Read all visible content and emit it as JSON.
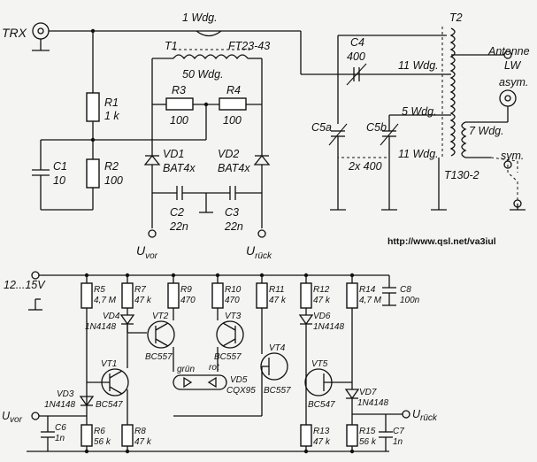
{
  "top": {
    "trx": "TRX",
    "wdg1": "1 Wdg.",
    "t1": "T1",
    "t1_core": "FT23-43",
    "wdg50": "50 Wdg.",
    "r1": "R1",
    "r1_val": "1 k",
    "r2": "R2",
    "r2_val": "100",
    "r3": "R3",
    "r3_val": "100",
    "r4": "R4",
    "r4_val": "100",
    "c1": "C1",
    "c1_val": "10",
    "vd1": "VD1",
    "vd1_val": "BAT4x",
    "vd2": "VD2",
    "vd2_val": "BAT4x",
    "c2": "C2",
    "c2_val": "22n",
    "c3": "C3",
    "c3_val": "22n",
    "uvor_u": "U",
    "uvor_sub": "vor",
    "uruck_u": "U",
    "uruck_sub": "rück",
    "c4": "C4",
    "c4_val": "400",
    "wdg11a": "11 Wdg.",
    "wdg5": "5 Wdg.",
    "wdg11b": "11 Wdg.",
    "wdg7": "7 Wdg.",
    "c5a": "C5a",
    "c5b": "C5b",
    "c5_val": "2x 400",
    "t2": "T2",
    "t2_core": "T130-2",
    "antenne": "Antenne",
    "lw": "LW",
    "asym": "asym.",
    "sym": "sym.",
    "url": "http://www.qsl.net/va3iul"
  },
  "bottom": {
    "supply": "12...15V",
    "r5": "R5",
    "r5_val": "4,7 M",
    "r7": "R7",
    "r7_val": "47 k",
    "r9": "R9",
    "r9_val": "470",
    "r10": "R10",
    "r10_val": "470",
    "r11": "R11",
    "r11_val": "47 k",
    "r12": "R12",
    "r12_val": "47 k",
    "r14": "R14",
    "r14_val": "4,7 M",
    "c8": "C8",
    "c8_val": "100n",
    "vd4": "VD4",
    "vd4_val": "1N4148",
    "vd6": "VD6",
    "vd6_val": "1N4148",
    "vt2": "VT2",
    "vt2_val": "BC557",
    "vt3": "VT3",
    "vt3_val": "BC557",
    "vt4": "VT4",
    "vt4_val": "BC557",
    "vt1": "VT1",
    "vt1_val": "BC547",
    "vt5": "VT5",
    "vt5_val": "BC547",
    "vd5": "VD5",
    "vd5_val": "CQX95",
    "gruen": "grün",
    "rot": "rot",
    "vd3": "VD3",
    "vd3_val": "1N4148",
    "vd7": "VD7",
    "vd7_val": "1N4148",
    "uvor_u": "U",
    "uvor_sub": "vor",
    "uruck_u": "U",
    "uruck_sub": "rück",
    "c6": "C6",
    "c6_val": "1n",
    "r6": "R6",
    "r6_val": "56 k",
    "r8": "R8",
    "r8_val": "47 k",
    "r13": "R13",
    "r13_val": "47 k",
    "r15": "R15",
    "r15_val": "56 k",
    "c7": "C7",
    "c7_val": "1n"
  }
}
